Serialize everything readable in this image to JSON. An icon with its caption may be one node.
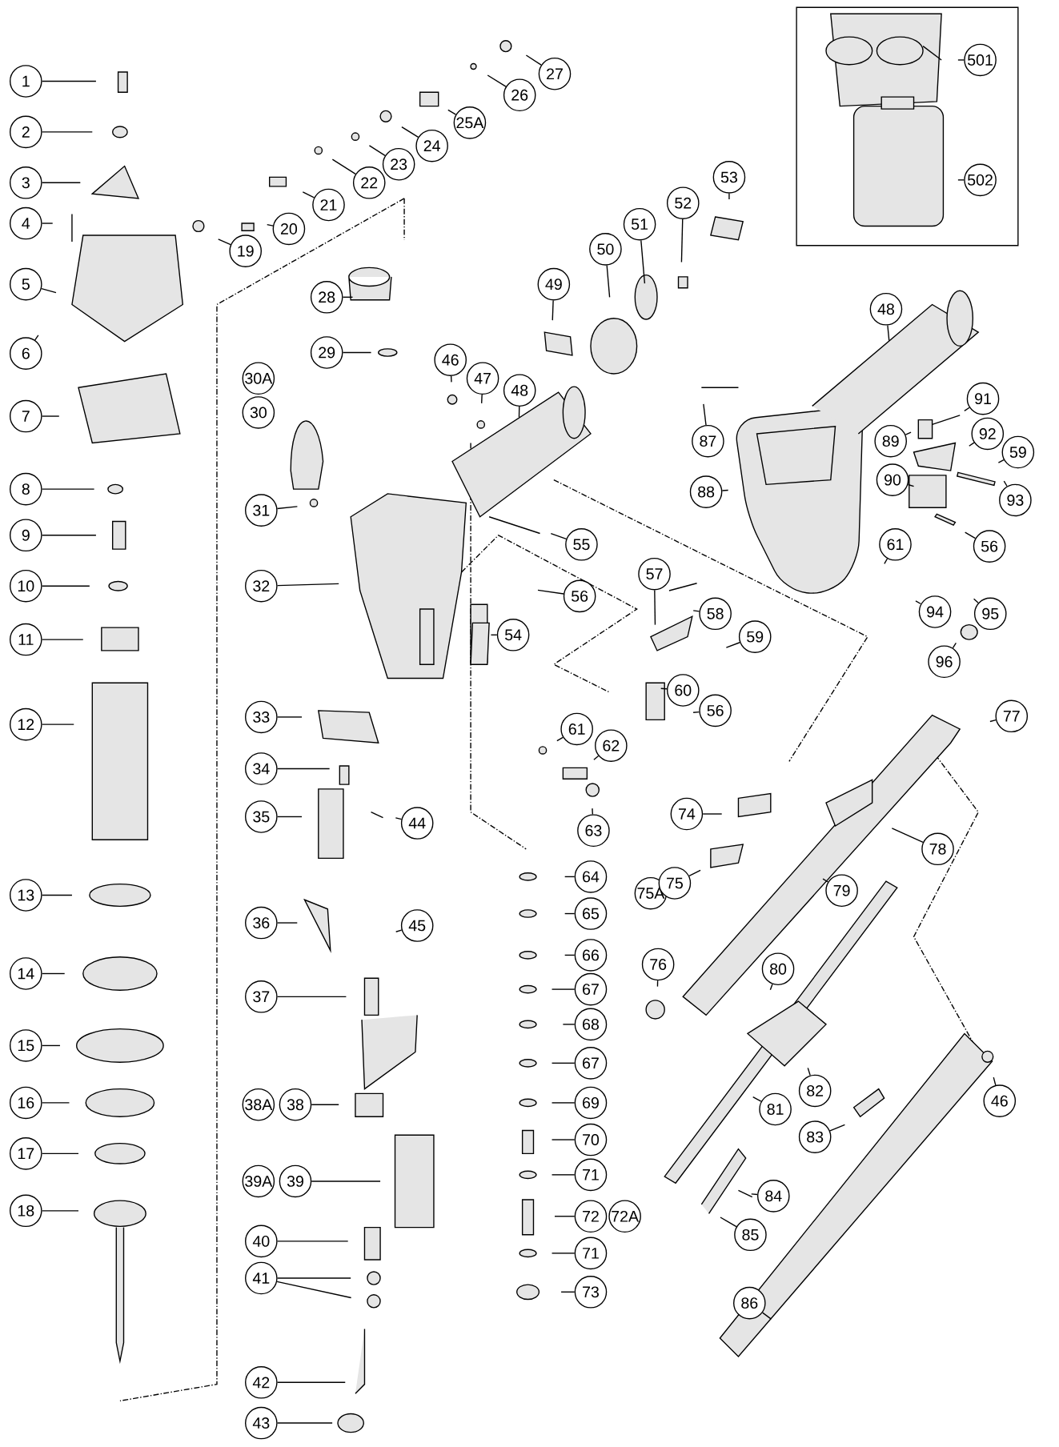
{
  "diagram": {
    "nodes": [
      {
        "text": [
          "1"
        ]
      },
      {
        "text": [
          "2"
        ]
      },
      {
        "text": [
          "3"
        ]
      },
      {
        "text": [
          "4"
        ]
      },
      {
        "text": [
          "5"
        ]
      },
      {
        "text": [
          "6"
        ]
      },
      {
        "text": [
          "7"
        ]
      },
      {
        "text": [
          "8"
        ]
      },
      {
        "text": [
          "9"
        ]
      },
      {
        "text": [
          "10"
        ]
      },
      {
        "text": [
          "11"
        ]
      },
      {
        "text": [
          "12"
        ]
      },
      {
        "text": [
          "13"
        ]
      },
      {
        "text": [
          "14"
        ]
      },
      {
        "text": [
          "15"
        ]
      },
      {
        "text": [
          "16"
        ]
      },
      {
        "text": [
          "17"
        ]
      },
      {
        "text": [
          "18"
        ]
      },
      {
        "text": [
          "19"
        ]
      },
      {
        "text": [
          "20"
        ]
      },
      {
        "text": [
          "21"
        ]
      },
      {
        "text": [
          "22"
        ]
      },
      {
        "text": [
          "23"
        ]
      },
      {
        "text": [
          "24"
        ]
      },
      {
        "text": [
          "25A"
        ]
      },
      {
        "text": [
          "26"
        ]
      },
      {
        "text": [
          "27"
        ]
      },
      {
        "text": [
          "28"
        ]
      },
      {
        "text": [
          "29"
        ]
      },
      {
        "text": [
          "30A"
        ]
      },
      {
        "text": [
          "30"
        ]
      },
      {
        "text": [
          "31"
        ]
      },
      {
        "text": [
          "32"
        ]
      },
      {
        "text": [
          "33"
        ]
      },
      {
        "text": [
          "34"
        ]
      },
      {
        "text": [
          "35"
        ]
      },
      {
        "text": [
          "36"
        ]
      },
      {
        "text": [
          "37"
        ]
      },
      {
        "text": [
          "38A"
        ]
      },
      {
        "text": [
          "38"
        ]
      },
      {
        "text": [
          "39A"
        ]
      },
      {
        "text": [
          "39"
        ]
      },
      {
        "text": [
          "40"
        ]
      },
      {
        "text": [
          "41"
        ]
      },
      {
        "text": [
          "42"
        ]
      },
      {
        "text": [
          "43"
        ]
      },
      {
        "text": [
          "44"
        ]
      },
      {
        "text": [
          "45"
        ]
      },
      {
        "text": [
          "46"
        ]
      },
      {
        "text": [
          "47"
        ]
      },
      {
        "text": [
          "48"
        ]
      },
      {
        "text": [
          "48"
        ]
      },
      {
        "text": [
          "49"
        ]
      },
      {
        "text": [
          "50"
        ]
      },
      {
        "text": [
          "51"
        ]
      },
      {
        "text": [
          "52"
        ]
      },
      {
        "text": [
          "53"
        ]
      },
      {
        "text": [
          "54"
        ]
      },
      {
        "text": [
          "55"
        ]
      },
      {
        "text": [
          "56"
        ]
      },
      {
        "text": [
          "56"
        ]
      },
      {
        "text": [
          "56"
        ]
      },
      {
        "text": [
          "57"
        ]
      },
      {
        "text": [
          "58"
        ]
      },
      {
        "text": [
          "59"
        ]
      },
      {
        "text": [
          "59"
        ]
      },
      {
        "text": [
          "60"
        ]
      },
      {
        "text": [
          "61"
        ]
      },
      {
        "text": [
          "61"
        ]
      },
      {
        "text": [
          "62"
        ]
      },
      {
        "text": [
          "63"
        ]
      },
      {
        "text": [
          "64"
        ]
      },
      {
        "text": [
          "65"
        ]
      },
      {
        "text": [
          "66"
        ]
      },
      {
        "text": [
          "67"
        ]
      },
      {
        "text": [
          "68"
        ]
      },
      {
        "text": [
          "67"
        ]
      },
      {
        "text": [
          "69"
        ]
      },
      {
        "text": [
          "70"
        ]
      },
      {
        "text": [
          "71"
        ]
      },
      {
        "text": [
          "72"
        ]
      },
      {
        "text": [
          "72A"
        ]
      },
      {
        "text": [
          "71"
        ]
      },
      {
        "text": [
          "73"
        ]
      },
      {
        "text": [
          "74"
        ]
      },
      {
        "text": [
          "75A"
        ]
      },
      {
        "text": [
          "75"
        ]
      },
      {
        "text": [
          "76"
        ]
      },
      {
        "text": [
          "77"
        ]
      },
      {
        "text": [
          "78"
        ]
      },
      {
        "text": [
          "79"
        ]
      },
      {
        "text": [
          "80"
        ]
      },
      {
        "text": [
          "81"
        ]
      },
      {
        "text": [
          "82"
        ]
      },
      {
        "text": [
          "83"
        ]
      },
      {
        "text": [
          "84"
        ]
      },
      {
        "text": [
          "85"
        ]
      },
      {
        "text": [
          "86"
        ]
      },
      {
        "text": [
          "87"
        ]
      },
      {
        "text": [
          "88"
        ]
      },
      {
        "text": [
          "89"
        ]
      },
      {
        "text": [
          "90"
        ]
      },
      {
        "text": [
          "91"
        ]
      },
      {
        "text": [
          "92"
        ]
      },
      {
        "text": [
          "93"
        ]
      },
      {
        "text": [
          "94"
        ]
      },
      {
        "text": [
          "95"
        ]
      },
      {
        "text": [
          "96"
        ]
      },
      {
        "text": [
          "46"
        ]
      },
      {
        "text": [
          "501"
        ]
      },
      {
        "text": [
          "502"
        ]
      }
    ],
    "edges": [
      {
        "from": 0,
        "to": null,
        "arrow": "none"
      },
      {
        "from": 1,
        "to": null,
        "arrow": "none"
      },
      {
        "from": 2,
        "to": null,
        "arrow": "none"
      },
      {
        "from": 3,
        "to": null,
        "arrow": "none"
      },
      {
        "from": 4,
        "to": null,
        "arrow": "none"
      },
      {
        "from": 5,
        "to": null,
        "arrow": "none"
      },
      {
        "from": 6,
        "to": null,
        "arrow": "none"
      },
      {
        "from": 7,
        "to": null,
        "arrow": "none"
      },
      {
        "from": 8,
        "to": null,
        "arrow": "none"
      },
      {
        "from": 9,
        "to": null,
        "arrow": "none"
      },
      {
        "from": 10,
        "to": null,
        "arrow": "none"
      },
      {
        "from": 11,
        "to": null,
        "arrow": "none"
      },
      {
        "from": 12,
        "to": null,
        "arrow": "none"
      },
      {
        "from": 13,
        "to": null,
        "arrow": "none"
      },
      {
        "from": 14,
        "to": null,
        "arrow": "none"
      },
      {
        "from": 15,
        "to": null,
        "arrow": "none"
      },
      {
        "from": 16,
        "to": null,
        "arrow": "none"
      },
      {
        "from": 17,
        "to": null,
        "arrow": "none"
      },
      {
        "from": 18,
        "to": null,
        "arrow": "none"
      },
      {
        "from": 19,
        "to": null,
        "arrow": "none"
      },
      {
        "from": 20,
        "to": null,
        "arrow": "none"
      },
      {
        "from": 21,
        "to": null,
        "arrow": "none"
      },
      {
        "from": 22,
        "to": null,
        "arrow": "none"
      },
      {
        "from": 23,
        "to": null,
        "arrow": "none"
      },
      {
        "from": 24,
        "to": null,
        "arrow": "none"
      },
      {
        "from": 25,
        "to": null,
        "arrow": "none"
      },
      {
        "from": 26,
        "to": null,
        "arrow": "none"
      },
      {
        "from": 27,
        "to": null,
        "arrow": "none"
      },
      {
        "from": 28,
        "to": null,
        "arrow": "none"
      },
      {
        "from": 31,
        "to": null,
        "arrow": "none"
      },
      {
        "from": 32,
        "to": null,
        "arrow": "none"
      },
      {
        "from": 33,
        "to": null,
        "arrow": "none"
      },
      {
        "from": 34,
        "to": null,
        "arrow": "none"
      },
      {
        "from": 35,
        "to": null,
        "arrow": "none"
      },
      {
        "from": 36,
        "to": null,
        "arrow": "none"
      },
      {
        "from": 37,
        "to": null,
        "arrow": "none"
      },
      {
        "from": 39,
        "to": null,
        "arrow": "none"
      },
      {
        "from": 41,
        "to": null,
        "arrow": "none"
      },
      {
        "from": 42,
        "to": null,
        "arrow": "none"
      },
      {
        "from": 43,
        "to": null,
        "arrow": "none"
      },
      {
        "from": 43,
        "to": null,
        "arrow": "none"
      },
      {
        "from": 44,
        "to": null,
        "arrow": "none"
      },
      {
        "from": 45,
        "to": null,
        "arrow": "none"
      },
      {
        "from": 46,
        "to": null,
        "arrow": "none"
      },
      {
        "from": 47,
        "to": null,
        "arrow": "none"
      },
      {
        "from": 48,
        "to": null,
        "arrow": "none"
      },
      {
        "from": 49,
        "to": null,
        "arrow": "none"
      },
      {
        "from": 50,
        "to": null,
        "arrow": "none"
      },
      {
        "from": 51,
        "to": null,
        "arrow": "none"
      },
      {
        "from": 52,
        "to": null,
        "arrow": "none"
      },
      {
        "from": 53,
        "to": null,
        "arrow": "none"
      },
      {
        "from": 54,
        "to": null,
        "arrow": "none"
      },
      {
        "from": 55,
        "to": null,
        "arrow": "none"
      },
      {
        "from": 56,
        "to": null,
        "arrow": "none"
      },
      {
        "from": 57,
        "to": null,
        "arrow": "none"
      },
      {
        "from": 58,
        "to": null,
        "arrow": "none"
      },
      {
        "from": 59,
        "to": null,
        "arrow": "none"
      },
      {
        "from": 60,
        "to": null,
        "arrow": "none"
      },
      {
        "from": 61,
        "to": null,
        "arrow": "none"
      },
      {
        "from": 62,
        "to": null,
        "arrow": "none"
      },
      {
        "from": 63,
        "to": null,
        "arrow": "none"
      },
      {
        "from": 64,
        "to": null,
        "arrow": "none"
      },
      {
        "from": 65,
        "to": null,
        "arrow": "none"
      },
      {
        "from": 66,
        "to": null,
        "arrow": "none"
      },
      {
        "from": 67,
        "to": null,
        "arrow": "none"
      },
      {
        "from": 68,
        "to": null,
        "arrow": "none"
      },
      {
        "from": 69,
        "to": null,
        "arrow": "none"
      },
      {
        "from": 70,
        "to": null,
        "arrow": "none"
      },
      {
        "from": 71,
        "to": null,
        "arrow": "none"
      },
      {
        "from": 72,
        "to": null,
        "arrow": "none"
      },
      {
        "from": 73,
        "to": null,
        "arrow": "none"
      },
      {
        "from": 74,
        "to": null,
        "arrow": "none"
      },
      {
        "from": 75,
        "to": null,
        "arrow": "none"
      },
      {
        "from": 76,
        "to": null,
        "arrow": "none"
      },
      {
        "from": 77,
        "to": null,
        "arrow": "none"
      },
      {
        "from": 78,
        "to": null,
        "arrow": "none"
      },
      {
        "from": 79,
        "to": null,
        "arrow": "none"
      },
      {
        "from": 80,
        "to": null,
        "arrow": "none"
      },
      {
        "from": 82,
        "to": null,
        "arrow": "none"
      },
      {
        "from": 83,
        "to": null,
        "arrow": "none"
      },
      {
        "from": 84,
        "to": null,
        "arrow": "none"
      },
      {
        "from": 86,
        "to": null,
        "arrow": "none"
      },
      {
        "from": 87,
        "to": null,
        "arrow": "none"
      },
      {
        "from": 88,
        "to": null,
        "arrow": "none"
      },
      {
        "from": 89,
        "to": null,
        "arrow": "none"
      },
      {
        "from": 90,
        "to": null,
        "arrow": "none"
      },
      {
        "from": 91,
        "to": null,
        "arrow": "none"
      },
      {
        "from": 92,
        "to": null,
        "arrow": "none"
      },
      {
        "from": 93,
        "to": null,
        "arrow": "none"
      },
      {
        "from": 94,
        "to": null,
        "arrow": "none"
      },
      {
        "from": 95,
        "to": null,
        "arrow": "none"
      },
      {
        "from": 96,
        "to": null,
        "arrow": "none"
      },
      {
        "from": 97,
        "to": null,
        "arrow": "none"
      },
      {
        "from": 98,
        "to": null,
        "arrow": "none"
      },
      {
        "from": 99,
        "to": null,
        "arrow": "none"
      },
      {
        "from": 100,
        "to": null,
        "arrow": "none"
      },
      {
        "from": 101,
        "to": null,
        "arrow": "none"
      },
      {
        "from": 102,
        "to": null,
        "arrow": "none"
      },
      {
        "from": 103,
        "to": null,
        "arrow": "none"
      },
      {
        "from": 104,
        "to": null,
        "arrow": "none"
      },
      {
        "from": 105,
        "to": null,
        "arrow": "none"
      },
      {
        "from": 106,
        "to": null,
        "arrow": "none"
      },
      {
        "from": 107,
        "to": null,
        "arrow": "none"
      },
      {
        "from": 108,
        "to": null,
        "arrow": "none"
      },
      {
        "from": 109,
        "to": null,
        "arrow": "none"
      },
      {
        "from": 110,
        "to": null,
        "arrow": "none"
      }
    ]
  }
}
